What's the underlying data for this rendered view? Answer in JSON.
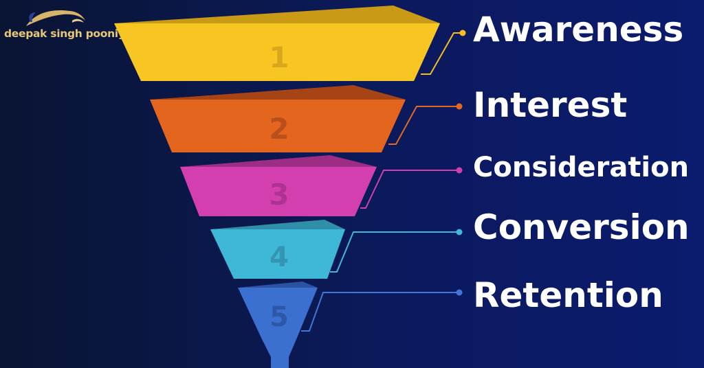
{
  "brand": {
    "logo_text": "deepak singh pooniya"
  },
  "funnel": {
    "stages": [
      {
        "number": "1",
        "label": "Awareness",
        "color": "#f8c623",
        "shade": "#c99a16",
        "number_color": "#d9a71b",
        "line_color": "#f4c020"
      },
      {
        "number": "2",
        "label": "Interest",
        "color": "#e4651d",
        "shade": "#a74416",
        "number_color": "#b94f1a",
        "line_color": "#e2691f"
      },
      {
        "number": "3",
        "label": "Consideration",
        "color": "#d43fb0",
        "shade": "#9c2c84",
        "number_color": "#ad3393",
        "line_color": "#cf3fae"
      },
      {
        "number": "4",
        "label": "Conversion",
        "color": "#3fb7d6",
        "shade": "#2f8faa",
        "number_color": "#3495b2",
        "line_color": "#42b7d8"
      },
      {
        "number": "5",
        "label": "Retention",
        "color": "#3b6fd0",
        "shade": "#2b52a2",
        "number_color": "#2d58a8",
        "line_color": "#4076d6"
      }
    ]
  }
}
